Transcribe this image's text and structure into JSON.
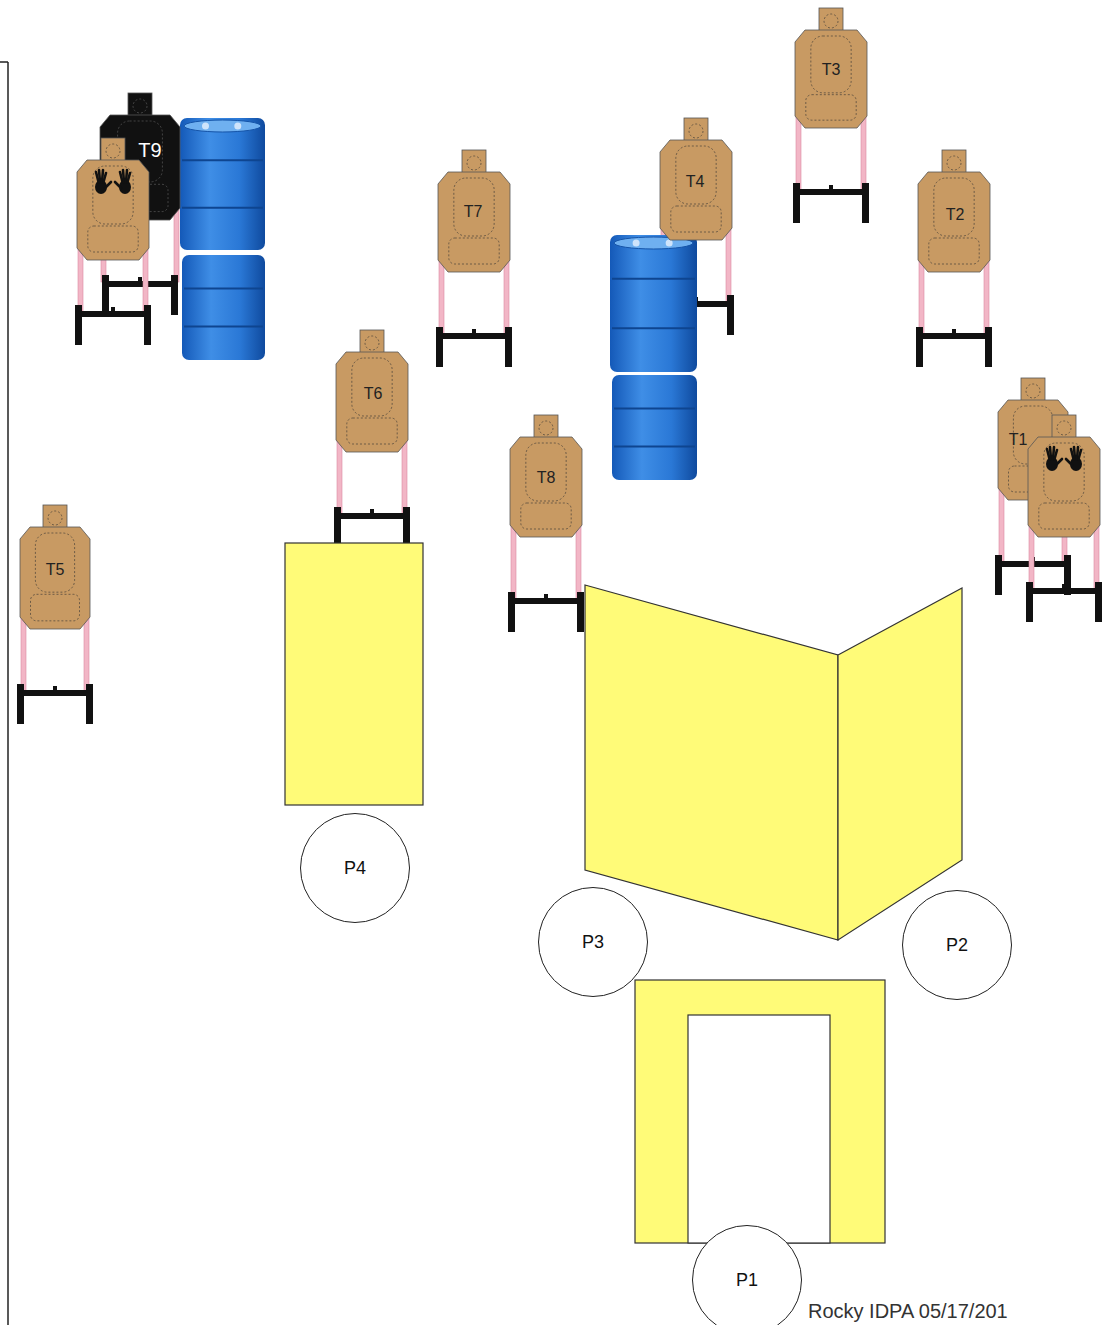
{
  "diagram": {
    "nodes": [
      {
        "text": [
          "T3"
        ]
      },
      {
        "text": [
          "T9"
        ]
      },
      {
        "text": [
          "T4"
        ]
      },
      {
        "text": [
          "T7"
        ]
      },
      {
        "text": [
          "T2"
        ]
      },
      {
        "text": [
          "T6"
        ]
      },
      {
        "text": [
          "T8"
        ]
      },
      {
        "text": [
          "T1"
        ]
      },
      {
        "text": [
          "T5"
        ]
      },
      {
        "text": [
          "P4"
        ]
      },
      {
        "text": [
          "P3"
        ]
      },
      {
        "text": [
          "P2"
        ]
      },
      {
        "text": [
          "P1"
        ]
      }
    ],
    "labels": [
      "Rocky IDPA 05/17/201"
    ]
  }
}
